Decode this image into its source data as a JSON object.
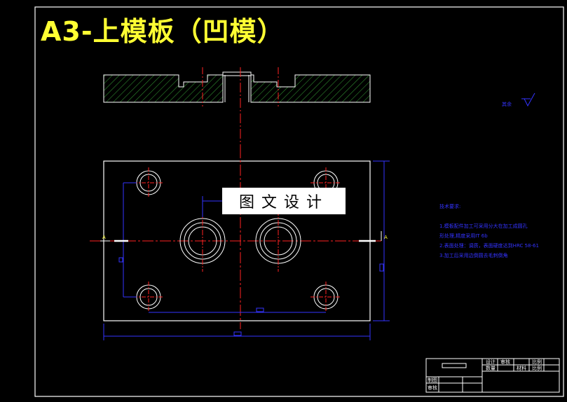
{
  "drawing": {
    "title": "A3-上模板（凹模）",
    "watermark": "图文设计",
    "section_label_left": "A",
    "section_label_right": "A",
    "roughness_note": "其余",
    "notes": {
      "heading": "技术要求:",
      "lines": [
        "1.模板配件加工可采用分大在加工成圆孔",
        "形处理,精度采用IT 6b",
        "2.表面处理：调质，表面硬度达到HRC 58-61",
        "3.加工后采用边倒圆去毛刺倒角"
      ]
    }
  },
  "title_block": {
    "cells": [
      "设计",
      "审核",
      "比例",
      "数量",
      "材料",
      "比例"
    ],
    "left_labels": [
      "制图",
      "审核"
    ]
  },
  "colors": {
    "background": "#000000",
    "title": "#ffff33",
    "outline": "#ffffff",
    "centerline": "#ff2222",
    "dimension": "#3333ff",
    "hatch": "#2e8b2e"
  }
}
